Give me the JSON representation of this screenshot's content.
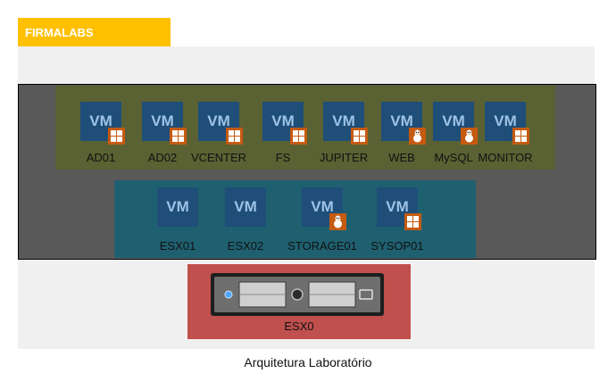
{
  "header": {
    "badge_label": "FIRMALABS"
  },
  "vm_badge_text": "VM",
  "row_top": [
    {
      "label": "AD01",
      "os": "windows"
    },
    {
      "label": "AD02",
      "os": "windows"
    },
    {
      "label": "VCENTER",
      "os": "windows"
    },
    {
      "label": "FS",
      "os": "windows"
    },
    {
      "label": "JUPITER",
      "os": "windows"
    },
    {
      "label": "WEB",
      "os": "linux"
    },
    {
      "label": "MySQL",
      "os": "linux"
    },
    {
      "label": "MONITOR",
      "os": "windows"
    }
  ],
  "row_bottom": [
    {
      "label": "ESX01",
      "os": "none"
    },
    {
      "label": "ESX02",
      "os": "none"
    },
    {
      "label": "STORAGE01",
      "os": "linux"
    },
    {
      "label": "SYSOP01",
      "os": "windows"
    }
  ],
  "host": {
    "label": "ESX0"
  },
  "caption": "Arquitetura Laboratório",
  "colors": {
    "badge": "#ffc000",
    "vm_box": "#1f4e79",
    "vm_text": "#9dc3e6",
    "os_tag": "#c55a11",
    "host_box": "#c0504d",
    "top_band": "#5a6233",
    "bottom_band": "#1f6070",
    "frame": "#595959"
  }
}
